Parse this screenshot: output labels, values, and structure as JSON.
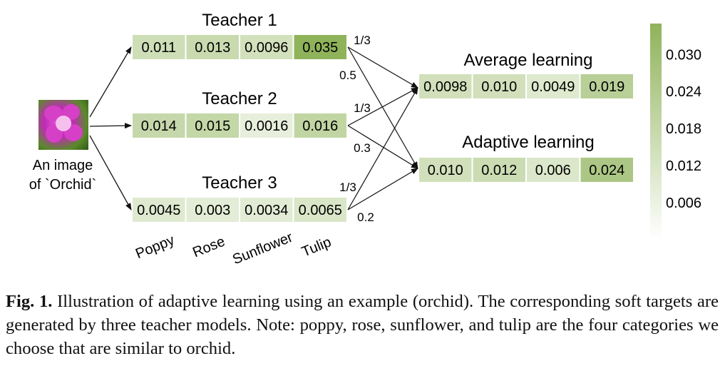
{
  "figure": {
    "input_label_line1": "An image",
    "input_label_line2": "of `Orchid`",
    "categories": [
      "Poppy",
      "Rose",
      "Sunflower",
      "Tulip"
    ],
    "teachers": [
      {
        "title": "Teacher 1",
        "values": [
          "0.011",
          "0.013",
          "0.0096",
          "0.035"
        ],
        "numeric": [
          0.011,
          0.013,
          0.0096,
          0.035
        ]
      },
      {
        "title": "Teacher 2",
        "values": [
          "0.014",
          "0.015",
          "0.0016",
          "0.016"
        ],
        "numeric": [
          0.014,
          0.015,
          0.0016,
          0.016
        ]
      },
      {
        "title": "Teacher 3",
        "values": [
          "0.0045",
          "0.003",
          "0.0034",
          "0.0065"
        ],
        "numeric": [
          0.0045,
          0.003,
          0.0034,
          0.0065
        ]
      }
    ],
    "outputs": [
      {
        "title": "Average learning",
        "values": [
          "0.0098",
          "0.010",
          "0.0049",
          "0.019"
        ],
        "numeric": [
          0.0098,
          0.01,
          0.0049,
          0.019
        ]
      },
      {
        "title": "Adaptive learning",
        "values": [
          "0.010",
          "0.012",
          "0.006",
          "0.024"
        ],
        "numeric": [
          0.01,
          0.012,
          0.006,
          0.024
        ]
      }
    ],
    "average_weights": [
      "1/3",
      "1/3",
      "1/3"
    ],
    "adaptive_weights": [
      "0.5",
      "0.3",
      "0.2"
    ],
    "colorbar": {
      "ticks": [
        "0.030",
        "0.024",
        "0.018",
        "0.012",
        "0.006"
      ],
      "tick_values": [
        0.03,
        0.024,
        0.018,
        0.012,
        0.006
      ],
      "min": 0,
      "max": 0.035,
      "color_low": "#ffffff",
      "color_high": "#8fb35a"
    }
  },
  "caption": {
    "label": "Fig. 1.",
    "text": "Illustration of adaptive learning using an example (orchid). The corresponding soft targets are generated by three teacher models. Note: poppy, rose, sunflower, and tulip are the four categories we choose that are similar to orchid."
  }
}
